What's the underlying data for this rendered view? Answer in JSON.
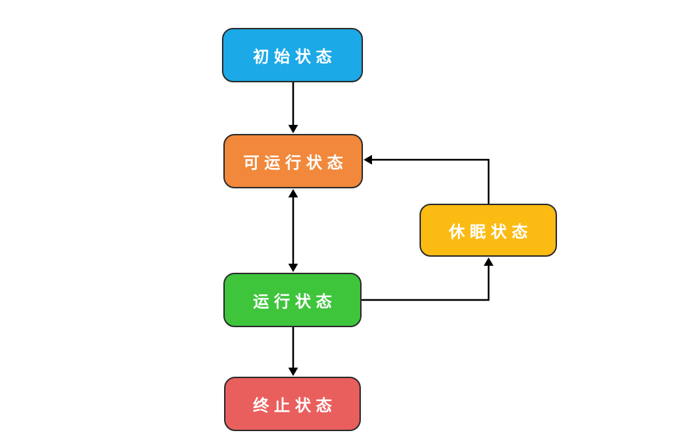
{
  "diagram": {
    "type": "flowchart",
    "nodes": [
      {
        "id": "initial",
        "label": "初始状态",
        "color": "#1BA9E8"
      },
      {
        "id": "runnable",
        "label": "可运行状态",
        "color": "#F1883B"
      },
      {
        "id": "sleeping",
        "label": "休眠状态",
        "color": "#FBBB13"
      },
      {
        "id": "running",
        "label": "运行状态",
        "color": "#3FC53C"
      },
      {
        "id": "terminated",
        "label": "终止状态",
        "color": "#E95F5D"
      }
    ],
    "edges": [
      {
        "from": "initial",
        "to": "runnable",
        "style": "straight-down",
        "arrowheads": "single"
      },
      {
        "from": "runnable",
        "to": "running",
        "style": "straight",
        "arrowheads": "double"
      },
      {
        "from": "running",
        "to": "sleeping",
        "style": "elbow-right-up",
        "arrowheads": "single"
      },
      {
        "from": "sleeping",
        "to": "runnable",
        "style": "elbow-up-left",
        "arrowheads": "single"
      },
      {
        "from": "running",
        "to": "terminated",
        "style": "straight-down",
        "arrowheads": "single"
      }
    ],
    "colors": {
      "background": "#ffffff",
      "node_border": "#2b2b2b",
      "connector": "#000000",
      "label_text": "#ffffff"
    }
  }
}
